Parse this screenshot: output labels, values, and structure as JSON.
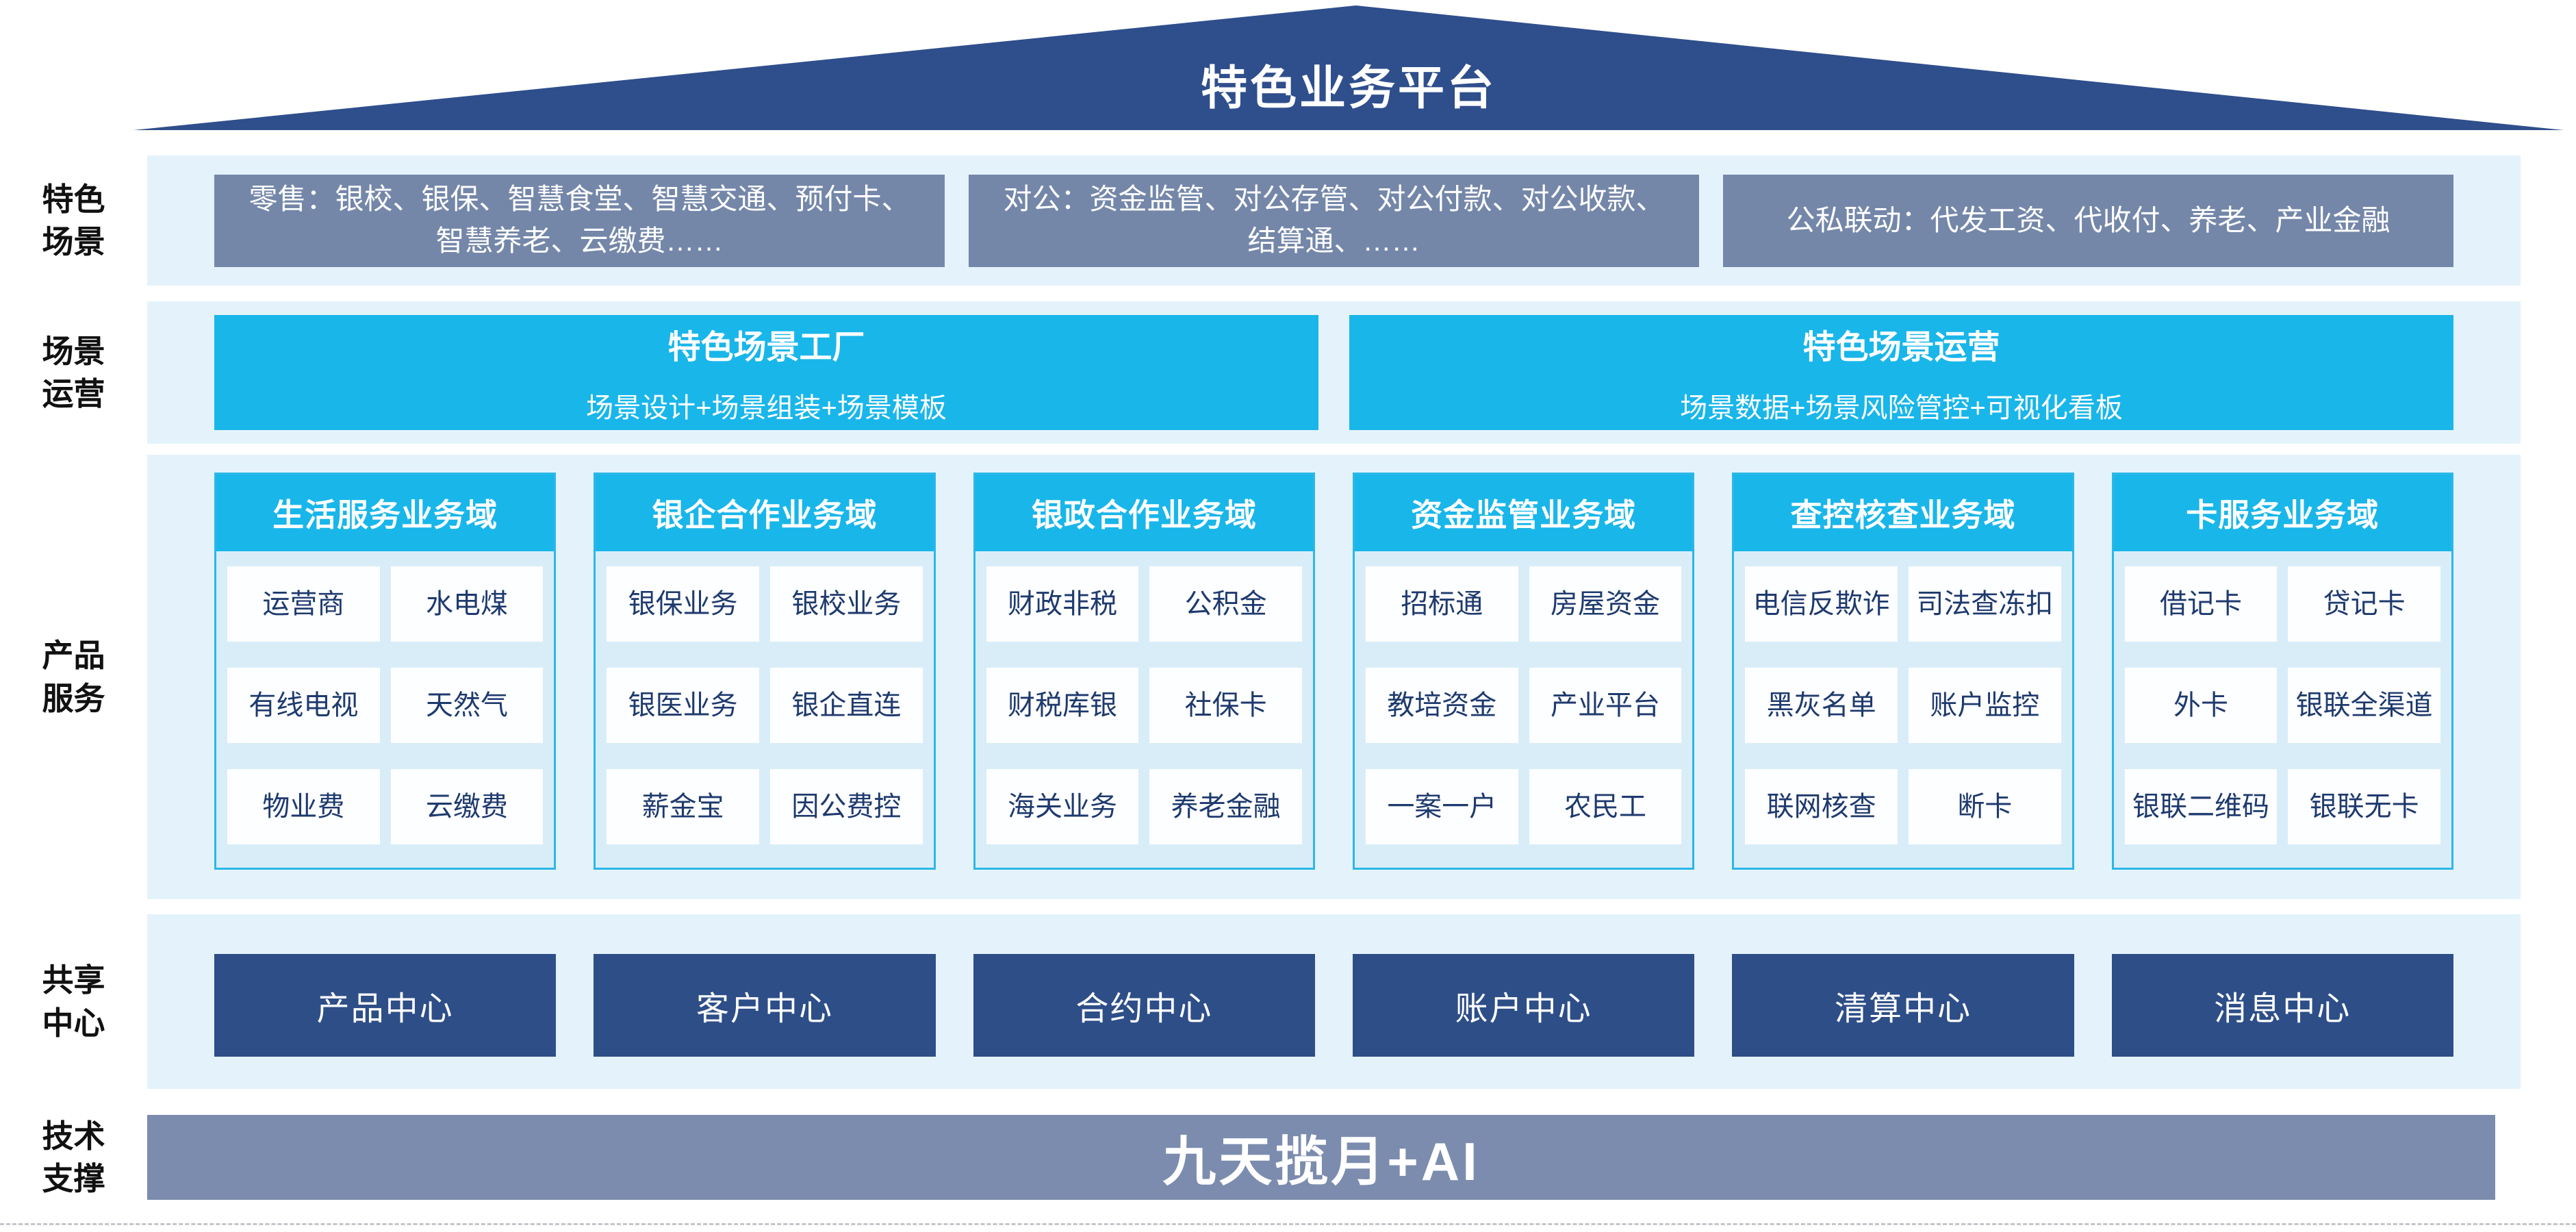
{
  "header": {
    "title": "特色业务平台"
  },
  "rows": {
    "scenes": {
      "label_line1": "特色",
      "label_line2": "场景",
      "boxes": [
        {
          "text": "零售：银校、银保、智慧食堂、智慧交通、预付卡、智慧养老、云缴费……"
        },
        {
          "text": "对公：资金监管、对公存管、对公付款、对公收款、结算通、……"
        },
        {
          "text": "公私联动：代发工资、代收付、养老、产业金融"
        }
      ]
    },
    "operation": {
      "label_line1": "场景",
      "label_line2": "运营",
      "panels": [
        {
          "title": "特色场景工厂",
          "subtitle": "场景设计+场景组装+场景模板"
        },
        {
          "title": "特色场景运营",
          "subtitle": "场景数据+场景风险管控+可视化看板"
        }
      ]
    },
    "products": {
      "label_line1": "产品",
      "label_line2": "服务",
      "columns": [
        {
          "header": "生活服务业务域",
          "cells": [
            "运营商",
            "水电煤",
            "有线电视",
            "天然气",
            "物业费",
            "云缴费"
          ]
        },
        {
          "header": "银企合作业务域",
          "cells": [
            "银保业务",
            "银校业务",
            "银医业务",
            "银企直连",
            "薪金宝",
            "因公费控"
          ]
        },
        {
          "header": "银政合作业务域",
          "cells": [
            "财政非税",
            "公积金",
            "财税库银",
            "社保卡",
            "海关业务",
            "养老金融"
          ]
        },
        {
          "header": "资金监管业务域",
          "cells": [
            "招标通",
            "房屋资金",
            "教培资金",
            "产业平台",
            "一案一户",
            "农民工"
          ]
        },
        {
          "header": "查控核查业务域",
          "cells": [
            "电信反欺诈",
            "司法查冻扣",
            "黑灰名单",
            "账户监控",
            "联网核查",
            "断卡"
          ]
        },
        {
          "header": "卡服务业务域",
          "cells": [
            "借记卡",
            "贷记卡",
            "外卡",
            "银联全渠道",
            "银联二维码",
            "银联无卡"
          ]
        }
      ]
    },
    "shared": {
      "label_line1": "共享",
      "label_line2": "中心",
      "centers": [
        "产品中心",
        "客户中心",
        "合约中心",
        "账户中心",
        "清算中心",
        "消息中心"
      ]
    },
    "tech": {
      "label_line1": "技术",
      "label_line2": "支撑",
      "bar": "九天揽月+AI"
    }
  },
  "colors": {
    "roof_navy": "#2F4E8C",
    "band_light": "#E4F3FB",
    "gray_blue": "#7487A9",
    "cyan": "#19B6EA",
    "column_border": "#2CB7E8",
    "column_body": "#D9EDF9",
    "cell_bg": "#FDFEFF",
    "cell_text": "#1E3A6E",
    "center_navy": "#2E4E88",
    "tech_bar": "#7C8CAE"
  }
}
